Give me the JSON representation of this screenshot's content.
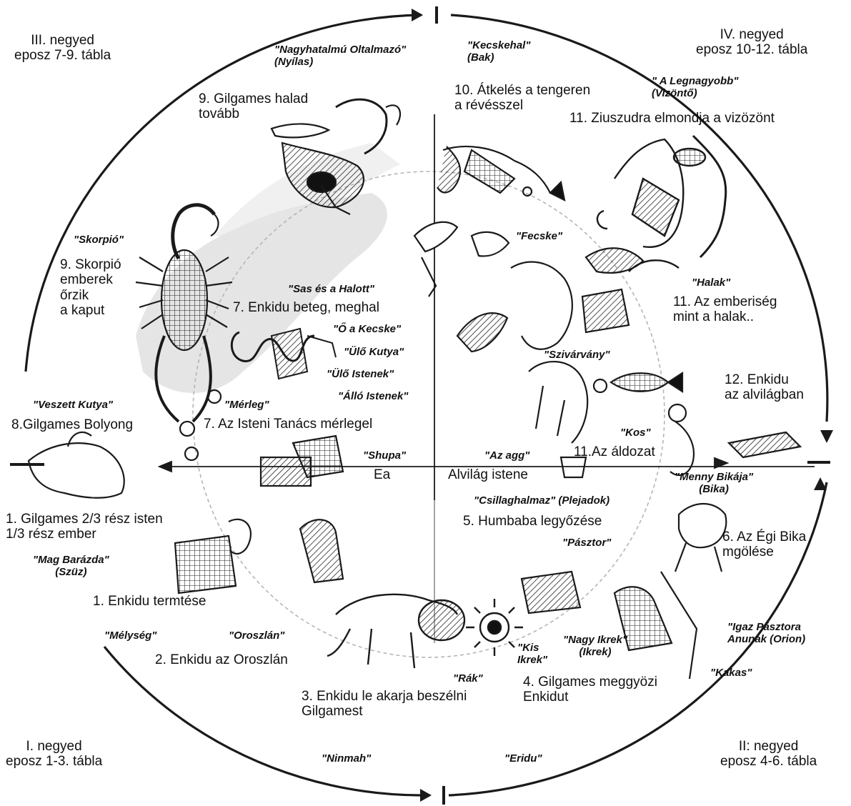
{
  "colors": {
    "ink": "#111111",
    "line": "#1a1a1a",
    "sketch": "#2a2a2a",
    "wash": "#d9d9d9",
    "background": "#ffffff"
  },
  "quarters": {
    "q1": "I. negyed\neposz 1-3. tábla",
    "q2": "II: negyed\neposz 4-6. tábla",
    "q3": "III. negyed\neposz 7-9. tábla",
    "q4": "IV. negyed\neposz 10-12. tábla"
  },
  "labels": {
    "t_nagyhatalmu": "\"Nagyhatalmú Oltalmazó\"\n(Nyílas)",
    "t_kecskehal": "\"Kecskehal\"\n(Bak)",
    "t_legnagyobb": "\" A Legnagyobb\"\n(Vizöntő)",
    "t_fecske": "\"Fecske\"",
    "t_skorpio": "\"Skorpió\"",
    "t_halak": "\"Halak\"",
    "t_sas": "\"Sas és a Halott\"",
    "t_kecske": "\"Ő a Kecske\"",
    "t_ulo_kutya": "\"Ülő Kutya\"",
    "t_ulo_istenek": "\"Ülő Istenek\"",
    "t_allo_istenek": "\"Álló Istenek\"",
    "t_szivarvany": "\"Szivárvány\"",
    "t_veszett": "\"Veszett Kutya\"",
    "t_merleg": "\"Mérleg\"",
    "t_kos": "\"Kos\"",
    "t_shupa": "\"Shupa\"",
    "t_az_agg": "\"Az agg\"",
    "t_menny": "\"Menny Bikája\"\n(Bika)",
    "t_csillag": "\"Csillaghalmaz\" (Plejadok)",
    "t_mag": "\"Mag Barázda\"\n(Szüz)",
    "t_pasztor": "\"Pásztor\"",
    "t_melyseg": "\"Mélység\"",
    "t_oroszlan": "\"Oroszlán\"",
    "t_igaz": "\"Igaz Pásztora\nAnunak (Orion)",
    "t_nagy_ikrek": "\"Nagy Ikrek\"\n(Ikrek)",
    "t_kis_ikrek": "\"Kis\nIkrek\"",
    "t_kakas": "\"Kakas\"",
    "t_rak": "\"Rák\"",
    "t_ninmah": "\"Ninmah\"",
    "t_eridu": "\"Eridu\"",
    "e_9_halad": "9. Gilgames halad\ntovább",
    "e_10": "10. Átkelés a tengeren\na révésszel",
    "e_11_ziu": "11. Ziuszudra elmondja a vizözönt",
    "e_9_skorpio": "9. Skorpió\nemberek\nőrzik\na kaput",
    "e_7_enkidu": "7. Enkidu beteg, meghal",
    "e_11_emberiseg": "11. Az emberiség\nmint a halak..",
    "e_12": "12. Enkidu\naz alvilágban",
    "e_8": "8.Gilgames Bolyong",
    "e_7_tanacs": "7. Az Isteni Tanács mérlegel",
    "e_11_aldozat": "11.Az áldozat",
    "e_ea": "Ea",
    "e_alvilag": "Alvilág istene",
    "e_1_gilgames": "1. Gilgames 2/3 rész isten\n1/3 rész ember",
    "e_5": "5. Humbaba legyőzése",
    "e_6": "6. Az Égi Bika\nmgölése",
    "e_1_enkidu": "1. Enkidu termtése",
    "e_2": "2. Enkidu az Oroszlán",
    "e_4": "4. Gilgames meggyözi\nEnkidut",
    "e_3": "3. Enkidu le akarja beszélni\nGilgamest"
  },
  "icons": [
    "scorpion-figure",
    "goat-fish-figure",
    "fish-figure",
    "bird-figure",
    "lion-figure",
    "sun-crab-figure",
    "snake-coil-figure",
    "kneeling-figure",
    "bull-figure",
    "ram-figure",
    "archer-figure",
    "twin-figures",
    "water-bearer-figure",
    "arrow-heads"
  ]
}
